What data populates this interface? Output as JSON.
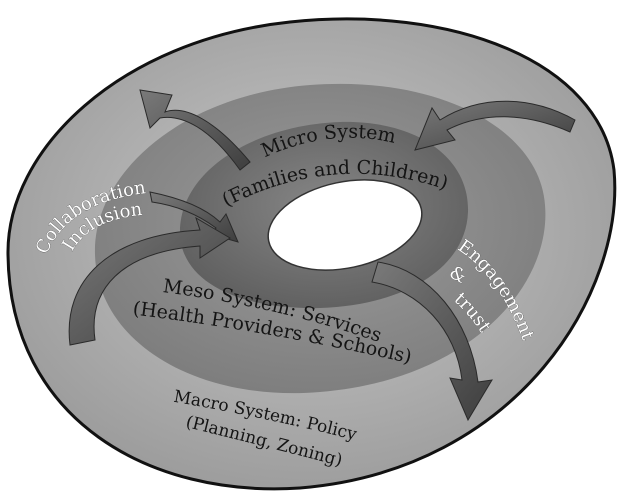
{
  "diagram": {
    "micro": {
      "title": "Micro System",
      "subtitle": "(Families and Children)"
    },
    "meso": {
      "title": "Meso System: Services",
      "subtitle": "(Health Providers & Schools)"
    },
    "macro": {
      "title": "Macro System: Policy",
      "subtitle": "(Planning, Zoning)"
    },
    "left_label": {
      "line1": "Collaboration",
      "line2": "Inclusion"
    },
    "right_label": {
      "line1": "Engagement",
      "line2": "&",
      "line3": "trust"
    },
    "colors": {
      "outer_ring": "#b0b0b0",
      "middle_ring": "#8c8c8c",
      "inner_ring": "#6e6e6e",
      "hole": "#ffffff",
      "arrow": "#5c5c5c",
      "outline": "#111111"
    }
  }
}
